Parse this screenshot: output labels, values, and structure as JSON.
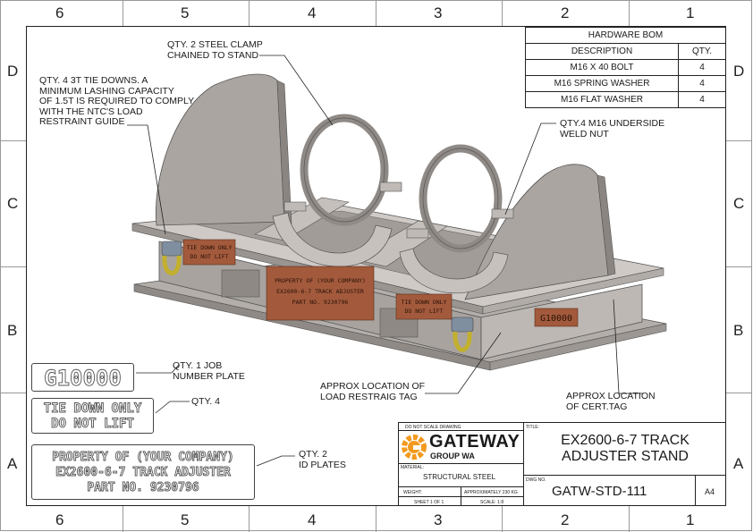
{
  "grid": {
    "columns": [
      "6",
      "5",
      "4",
      "3",
      "2",
      "1"
    ],
    "rows": [
      "D",
      "C",
      "B",
      "A"
    ]
  },
  "bom": {
    "title": "HARDWARE BOM",
    "headers": [
      "DESCRIPTION",
      "QTY."
    ],
    "rows": [
      {
        "description": "M16 X 40 BOLT",
        "qty": "4"
      },
      {
        "description": "M16 SPRING WASHER",
        "qty": "4"
      },
      {
        "description": "M16 FLAT WASHER",
        "qty": "4"
      }
    ]
  },
  "callouts": {
    "tie_downs": [
      "QTY. 4 3T TIE DOWNS. A",
      "MINIMUM LASHING CAPACITY",
      "OF 1.5T IS REQUIRED TO COMPLY",
      "WITH THE NTC'S LOAD",
      "RESTRAINT GUIDE"
    ],
    "steel_clamp": [
      "QTY. 2 STEEL CLAMP",
      "CHAINED TO STAND"
    ],
    "weld_nut": [
      "QTY.4 M16 UNDERSIDE",
      "WELD NUT"
    ],
    "job_plate": [
      "QTY. 1 JOB",
      "NUMBER PLATE"
    ],
    "tie_down_tag_qty": [
      "QTY. 4"
    ],
    "id_plates": [
      "QTY. 2",
      "ID PLATES"
    ],
    "load_tag": [
      "APPROX LOCATION OF",
      "LOAD RESTRAIG TAG"
    ],
    "cert_tag": [
      "APPROX LOCATION",
      "OF CERT.TAG"
    ]
  },
  "plates": {
    "job_number": "G10000",
    "tie_down": [
      "TIE DOWN ONLY",
      "DO NOT LIFT"
    ],
    "id_plate": [
      "PROPERTY OF (YOUR COMPANY)",
      "EX2600-6-7 TRACK ADJUSTER",
      "PART NO. 9230796"
    ]
  },
  "model_tags": {
    "tie_left": [
      "TIE DOWN ONLY",
      "DO NOT LIFT"
    ],
    "tie_right": [
      "TIE DOWN ONLY",
      "DO NOT LIFT"
    ],
    "id_plate": [
      "PROPERTY OF (YOUR COMPANY)",
      "EX2600-6-7 TRACK ADJUSTER",
      "PART NO. 9230796"
    ],
    "job": "G10000"
  },
  "title_block": {
    "do_not_scale": "DO NOT SCALE DRAWING",
    "logo_name": "GATEWAY",
    "logo_sub": "GROUP WA",
    "title_label": "TITLE:",
    "title_line1": "EX2600-6-7 TRACK",
    "title_line2": "ADJUSTER STAND",
    "material_label": "MATERIAL:",
    "material_value": "STRUCTURAL STEEL",
    "weight_label": "WEIGHT:",
    "weight_value": "APPROXIMATELY 230 KG",
    "dwg_no_label": "DWG NO.",
    "dwg_no_value": "GATW-STD-111",
    "size": "A4",
    "sheet": "SHEET 1 OF 1",
    "scale": "SCALE: 1:8"
  },
  "colors": {
    "steel_top": "#c9c4c0",
    "steel_side": "#a8a39f",
    "steel_dark": "#8a8581",
    "tag_copper": "#a35a3c",
    "shackle": "#c2b02e",
    "logo_orange": "#f39a1e"
  }
}
